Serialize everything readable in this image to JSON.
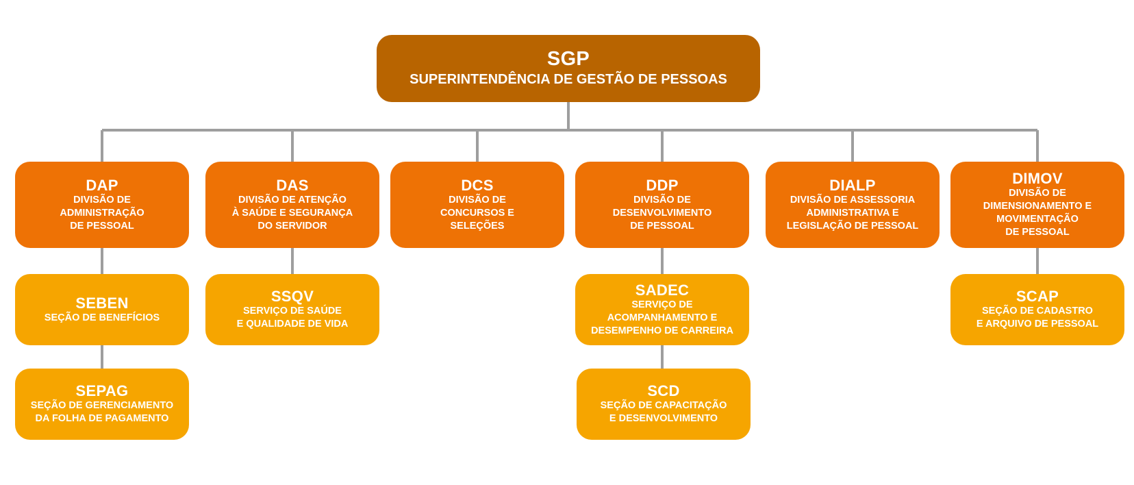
{
  "colors": {
    "root": "#b86400",
    "division": "#ee7205",
    "section": "#f6a500",
    "connector": "#9e9e9e"
  },
  "org": {
    "root": {
      "abbr": "SGP",
      "name": "SUPERINTENDÊNCIA DE GESTÃO DE PESSOAS"
    },
    "divisions": [
      {
        "abbr": "DAP",
        "name": "DIVISÃO DE\nADMINISTRAÇÃO\nDE PESSOAL",
        "children": [
          {
            "abbr": "SEBEN",
            "name": "SEÇÃO DE BENEFÍCIOS"
          },
          {
            "abbr": "SEPAG",
            "name": "SEÇÃO DE GERENCIAMENTO\nDA FOLHA DE PAGAMENTO"
          }
        ]
      },
      {
        "abbr": "DAS",
        "name": "DIVISÃO DE ATENÇÃO\nÀ SAÚDE E SEGURANÇA\nDO SERVIDOR",
        "children": [
          {
            "abbr": "SSQV",
            "name": "SERVIÇO DE SAÚDE\nE QUALIDADE DE VIDA"
          }
        ]
      },
      {
        "abbr": "DCS",
        "name": "DIVISÃO DE\nCONCURSOS E\nSELEÇÕES",
        "children": []
      },
      {
        "abbr": "DDP",
        "name": "DIVISÃO DE\nDESENVOLVIMENTO\nDE PESSOAL",
        "children": [
          {
            "abbr": "SADEC",
            "name": "SERVIÇO DE\nACOMPANHAMENTO E\nDESEMPENHO DE CARREIRA"
          },
          {
            "abbr": "SCD",
            "name": "SEÇÃO DE CAPACITAÇÃO\nE DESENVOLVIMENTO"
          }
        ]
      },
      {
        "abbr": "DIALP",
        "name": "DIVISÃO DE ASSESSORIA\nADMINISTRATIVA E\nLEGISLAÇÃO DE PESSOAL",
        "children": []
      },
      {
        "abbr": "DIMOV",
        "name": "DIVISÃO DE\nDIMENSIONAMENTO E\nMOVIMENTAÇÃO\nDE PESSOAL",
        "children": [
          {
            "abbr": "SCAP",
            "name": "SEÇÃO DE CADASTRO\nE ARQUIVO DE PESSOAL"
          }
        ]
      }
    ]
  }
}
